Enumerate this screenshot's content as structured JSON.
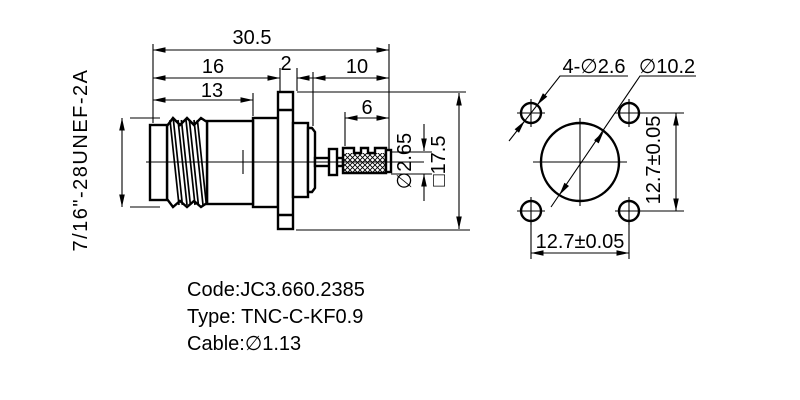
{
  "side_view": {
    "thread_label": "7/16\"-28UNEF-2A",
    "dim_overall": "30.5",
    "dim_16": "16",
    "dim_2": "2",
    "dim_10": "10",
    "dim_13": "13",
    "dim_6": "6",
    "dim_crimp_dia": "∅2.65",
    "dim_flange_square": "□17.5"
  },
  "front_view": {
    "label_holes": "4-∅2.6",
    "label_center_dia": "∅10.2",
    "dim_vertical": "12.7±0.05",
    "dim_horizontal": "12.7±0.05"
  },
  "notes": {
    "code": "Code:JC3.660.2385",
    "type": "Type: TNC-C-KF0.9",
    "cable": "Cable:∅1.13"
  }
}
